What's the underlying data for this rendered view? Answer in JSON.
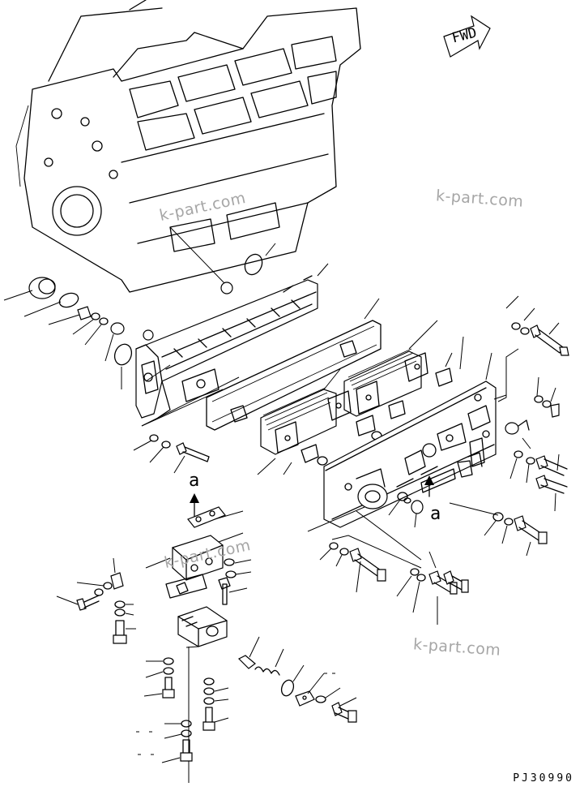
{
  "direction_tag": "FWD",
  "watermarks": [
    "k-part.com",
    "k-part.com",
    "k-part.com",
    "k-part.com"
  ],
  "view_marks": [
    "a",
    "a"
  ],
  "drawing_code": "PJ30990"
}
